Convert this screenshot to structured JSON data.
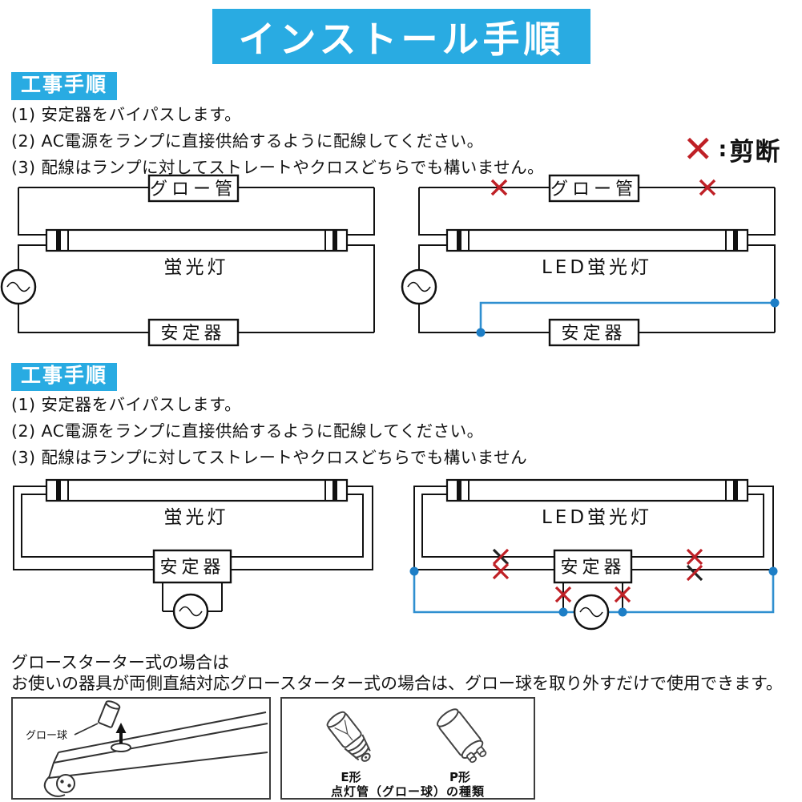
{
  "page": {
    "title": "インストール手順"
  },
  "colors": {
    "accent": "#29abe2",
    "cut_red": "#bf2026",
    "bypass_blue": "#2f8fd0",
    "text": "#131313"
  },
  "sections": [
    {
      "label": "工事手順",
      "steps": [
        "(1) 安定器をバイパスします。",
        "(2) AC電源をランプに直接供給するように配線してください。",
        "(3) 配線はランプに対してストレートやクロスどちらでも構いません。"
      ]
    },
    {
      "label": "工事手順",
      "steps": [
        "(1) 安定器をバイパスします。",
        "(2) AC電源をランプに直接供給するように配線してください。",
        "(3) 配線はランプに対してストレートやクロスどちらでも構いません"
      ]
    }
  ],
  "legend": {
    "symbol": "✕",
    "sep": ":",
    "label": "剪断"
  },
  "labels": {
    "glow_tube": "グロー管",
    "fluorescent": "蛍光灯",
    "led": "LED蛍光灯",
    "ballast": "安定器"
  },
  "note": {
    "line1": "グロースターター式の場合は",
    "line2": "お使いの器具が両側直結対応グロースターター式の場合は、グロー球を取り外すだけで使用できます。"
  },
  "panel_removal": {
    "label": "グロー球"
  },
  "panel_types": {
    "e": "E形",
    "p": "P形",
    "caption": "点灯管（グロー球）の種類"
  }
}
